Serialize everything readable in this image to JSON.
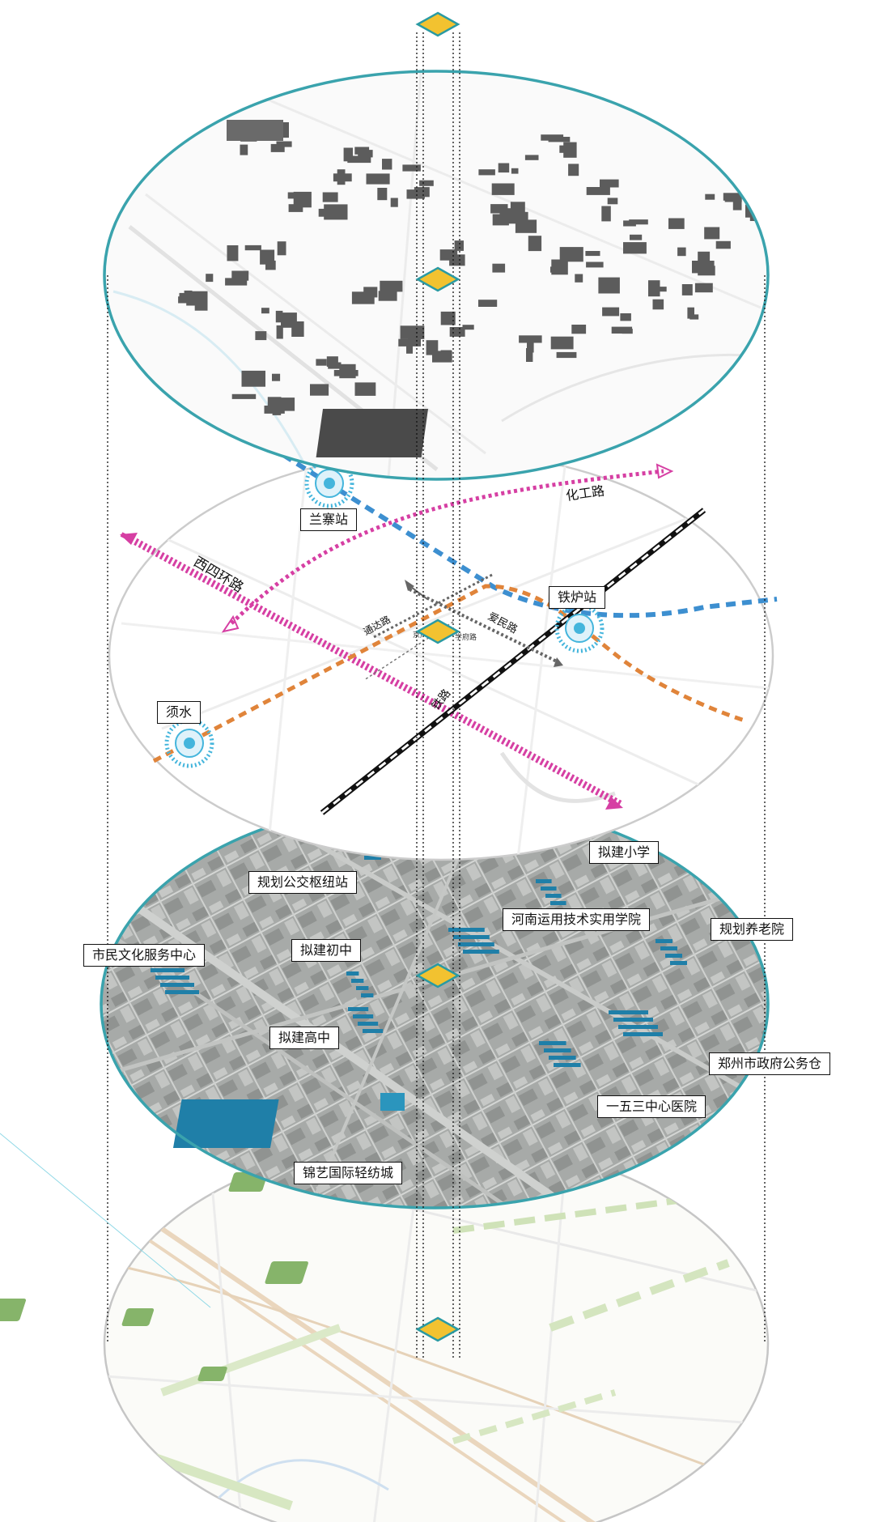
{
  "layers": [
    {
      "name": "buildings"
    },
    {
      "name": "transit"
    },
    {
      "name": "facilities"
    },
    {
      "name": "green-space"
    }
  ],
  "transit": {
    "stations": {
      "lanzhai": "兰寨站",
      "tielu": "铁炉站",
      "xushui": "须水"
    },
    "roads": {
      "xisihuan": "西四环路",
      "huagong": "化工路",
      "tongda": "通达路",
      "aimin": "爱民路",
      "tielu_rail": "铁路",
      "jingguang": "京广路",
      "xuefu": "学府路"
    }
  },
  "facilities": {
    "bus_hub": "规划公交枢纽站",
    "primary_school": "拟建小学",
    "henan_college": "河南运用技术实用学院",
    "elderly_home": "规划养老院",
    "civic_center": "市民文化服务中心",
    "junior_high": "拟建初中",
    "senior_high": "拟建高中",
    "gov_warehouse": "郑州市政府公务仓",
    "hospital": "一五三中心医院",
    "textile_city": "锦艺国际轻纺城"
  },
  "colors": {
    "rim_teal": "#3aa3ad",
    "rim_grey": "#c9c9c9",
    "marker_yellow": "#f2c230",
    "building_grey": "#5c5c5c",
    "facility_blue": "#1f7fa8",
    "magenta_road": "#d63fa3",
    "blue_line": "#3d8fd0",
    "orange_line": "#e0843a",
    "green_patch": "#86b46a",
    "photo_bg": "#a9acaa"
  }
}
